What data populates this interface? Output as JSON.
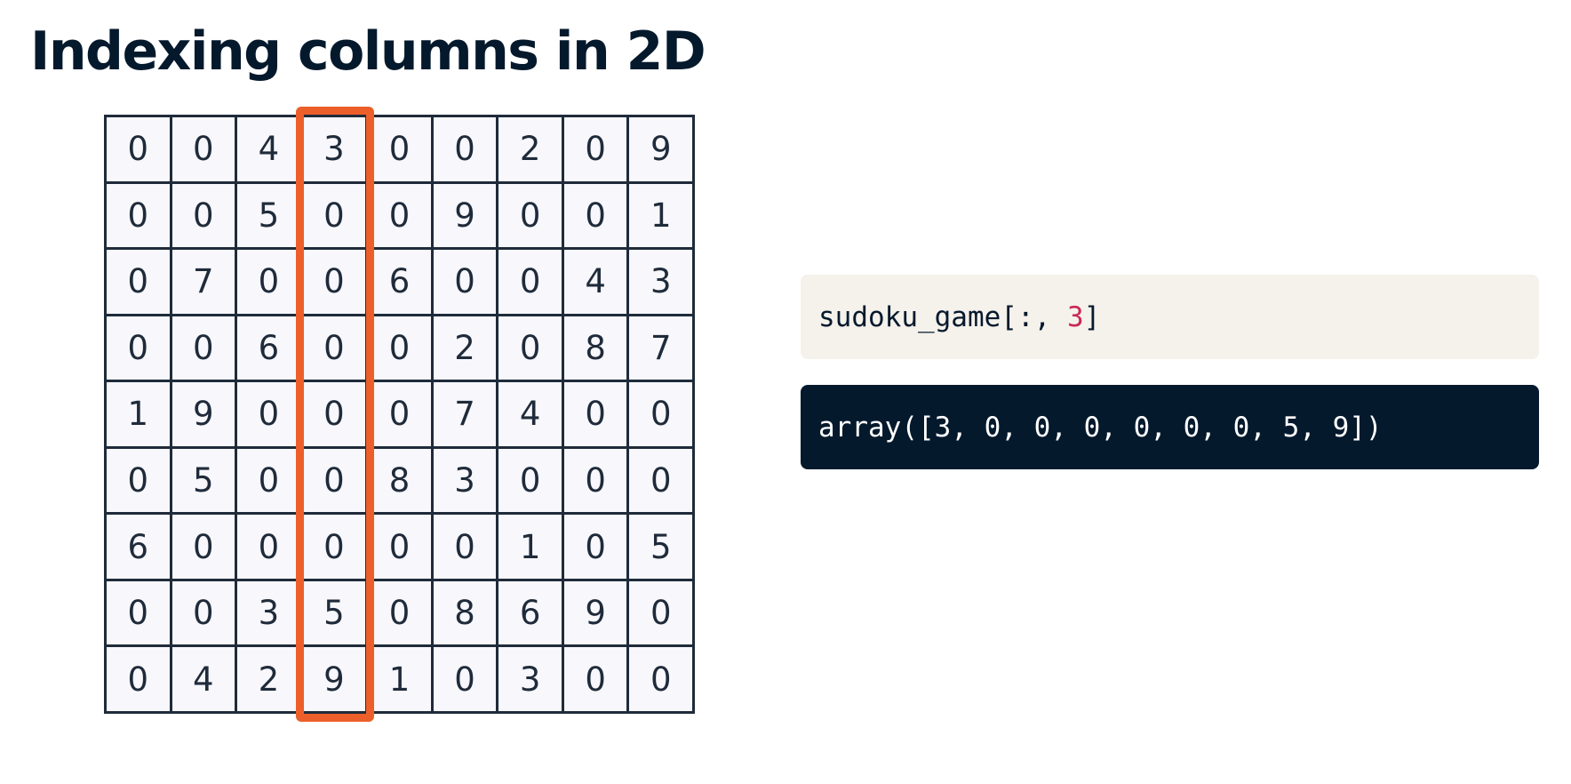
{
  "title": "Indexing columns in 2D",
  "grid": {
    "highlighted_column_index": 3,
    "rows": [
      [
        "0",
        "0",
        "4",
        "3",
        "0",
        "0",
        "2",
        "0",
        "9"
      ],
      [
        "0",
        "0",
        "5",
        "0",
        "0",
        "9",
        "0",
        "0",
        "1"
      ],
      [
        "0",
        "7",
        "0",
        "0",
        "6",
        "0",
        "0",
        "4",
        "3"
      ],
      [
        "0",
        "0",
        "6",
        "0",
        "0",
        "2",
        "0",
        "8",
        "7"
      ],
      [
        "1",
        "9",
        "0",
        "0",
        "0",
        "7",
        "4",
        "0",
        "0"
      ],
      [
        "0",
        "5",
        "0",
        "0",
        "8",
        "3",
        "0",
        "0",
        "0"
      ],
      [
        "6",
        "0",
        "0",
        "0",
        "0",
        "0",
        "1",
        "0",
        "5"
      ],
      [
        "0",
        "0",
        "3",
        "5",
        "0",
        "8",
        "6",
        "9",
        "0"
      ],
      [
        "0",
        "4",
        "2",
        "9",
        "1",
        "0",
        "3",
        "0",
        "0"
      ]
    ]
  },
  "code": {
    "prefix": "sudoku_game[:, ",
    "number": "3",
    "suffix": "]"
  },
  "output": {
    "text": "array([3, 0, 0, 0, 0, 0, 0, 5, 9])"
  },
  "colors": {
    "highlight": "#ec5f2b",
    "code_bg": "#f5f1eb",
    "output_bg": "#05192d",
    "code_number": "#c9285a",
    "text_dark": "#05192d"
  }
}
